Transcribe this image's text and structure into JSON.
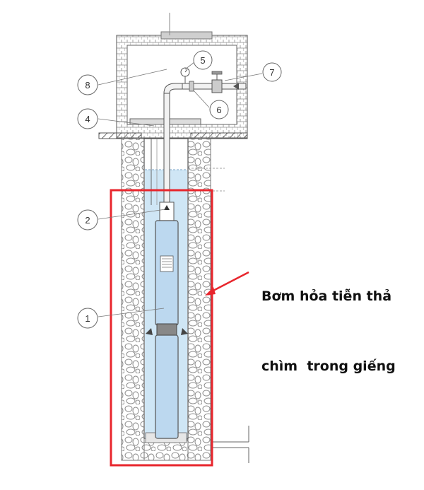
{
  "callouts": [
    {
      "id": "1",
      "label": "1"
    },
    {
      "id": "2",
      "label": "2"
    },
    {
      "id": "4",
      "label": "4"
    },
    {
      "id": "5",
      "label": "5"
    },
    {
      "id": "6",
      "label": "6"
    },
    {
      "id": "7",
      "label": "7"
    },
    {
      "id": "8",
      "label": "8"
    }
  ],
  "caption": {
    "line1": "Bơm hỏa tiễn thả",
    "line2": "chìm  trong giếng"
  },
  "colors": {
    "highlight": "#e8262d",
    "water": "#cfe6f5",
    "pump": "#bcd8ef",
    "outline": "#666666",
    "gravel": "#9a9a9a",
    "brick": "#777777"
  }
}
